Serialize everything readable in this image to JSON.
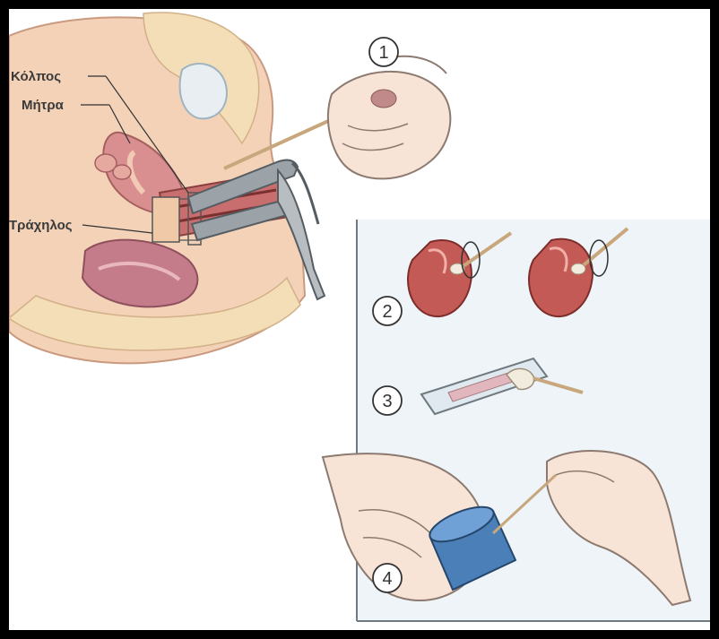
{
  "labels": {
    "vagina": "Κόλπος",
    "uterus": "Μήτρα",
    "cervix": "Τράχηλος"
  },
  "steps": [
    "1",
    "2",
    "3",
    "4"
  ],
  "colors": {
    "skin": "#f3d2b8",
    "tissue": "#d98f8f",
    "panel": "#eef4f7",
    "vial": "#4a7fb8"
  }
}
